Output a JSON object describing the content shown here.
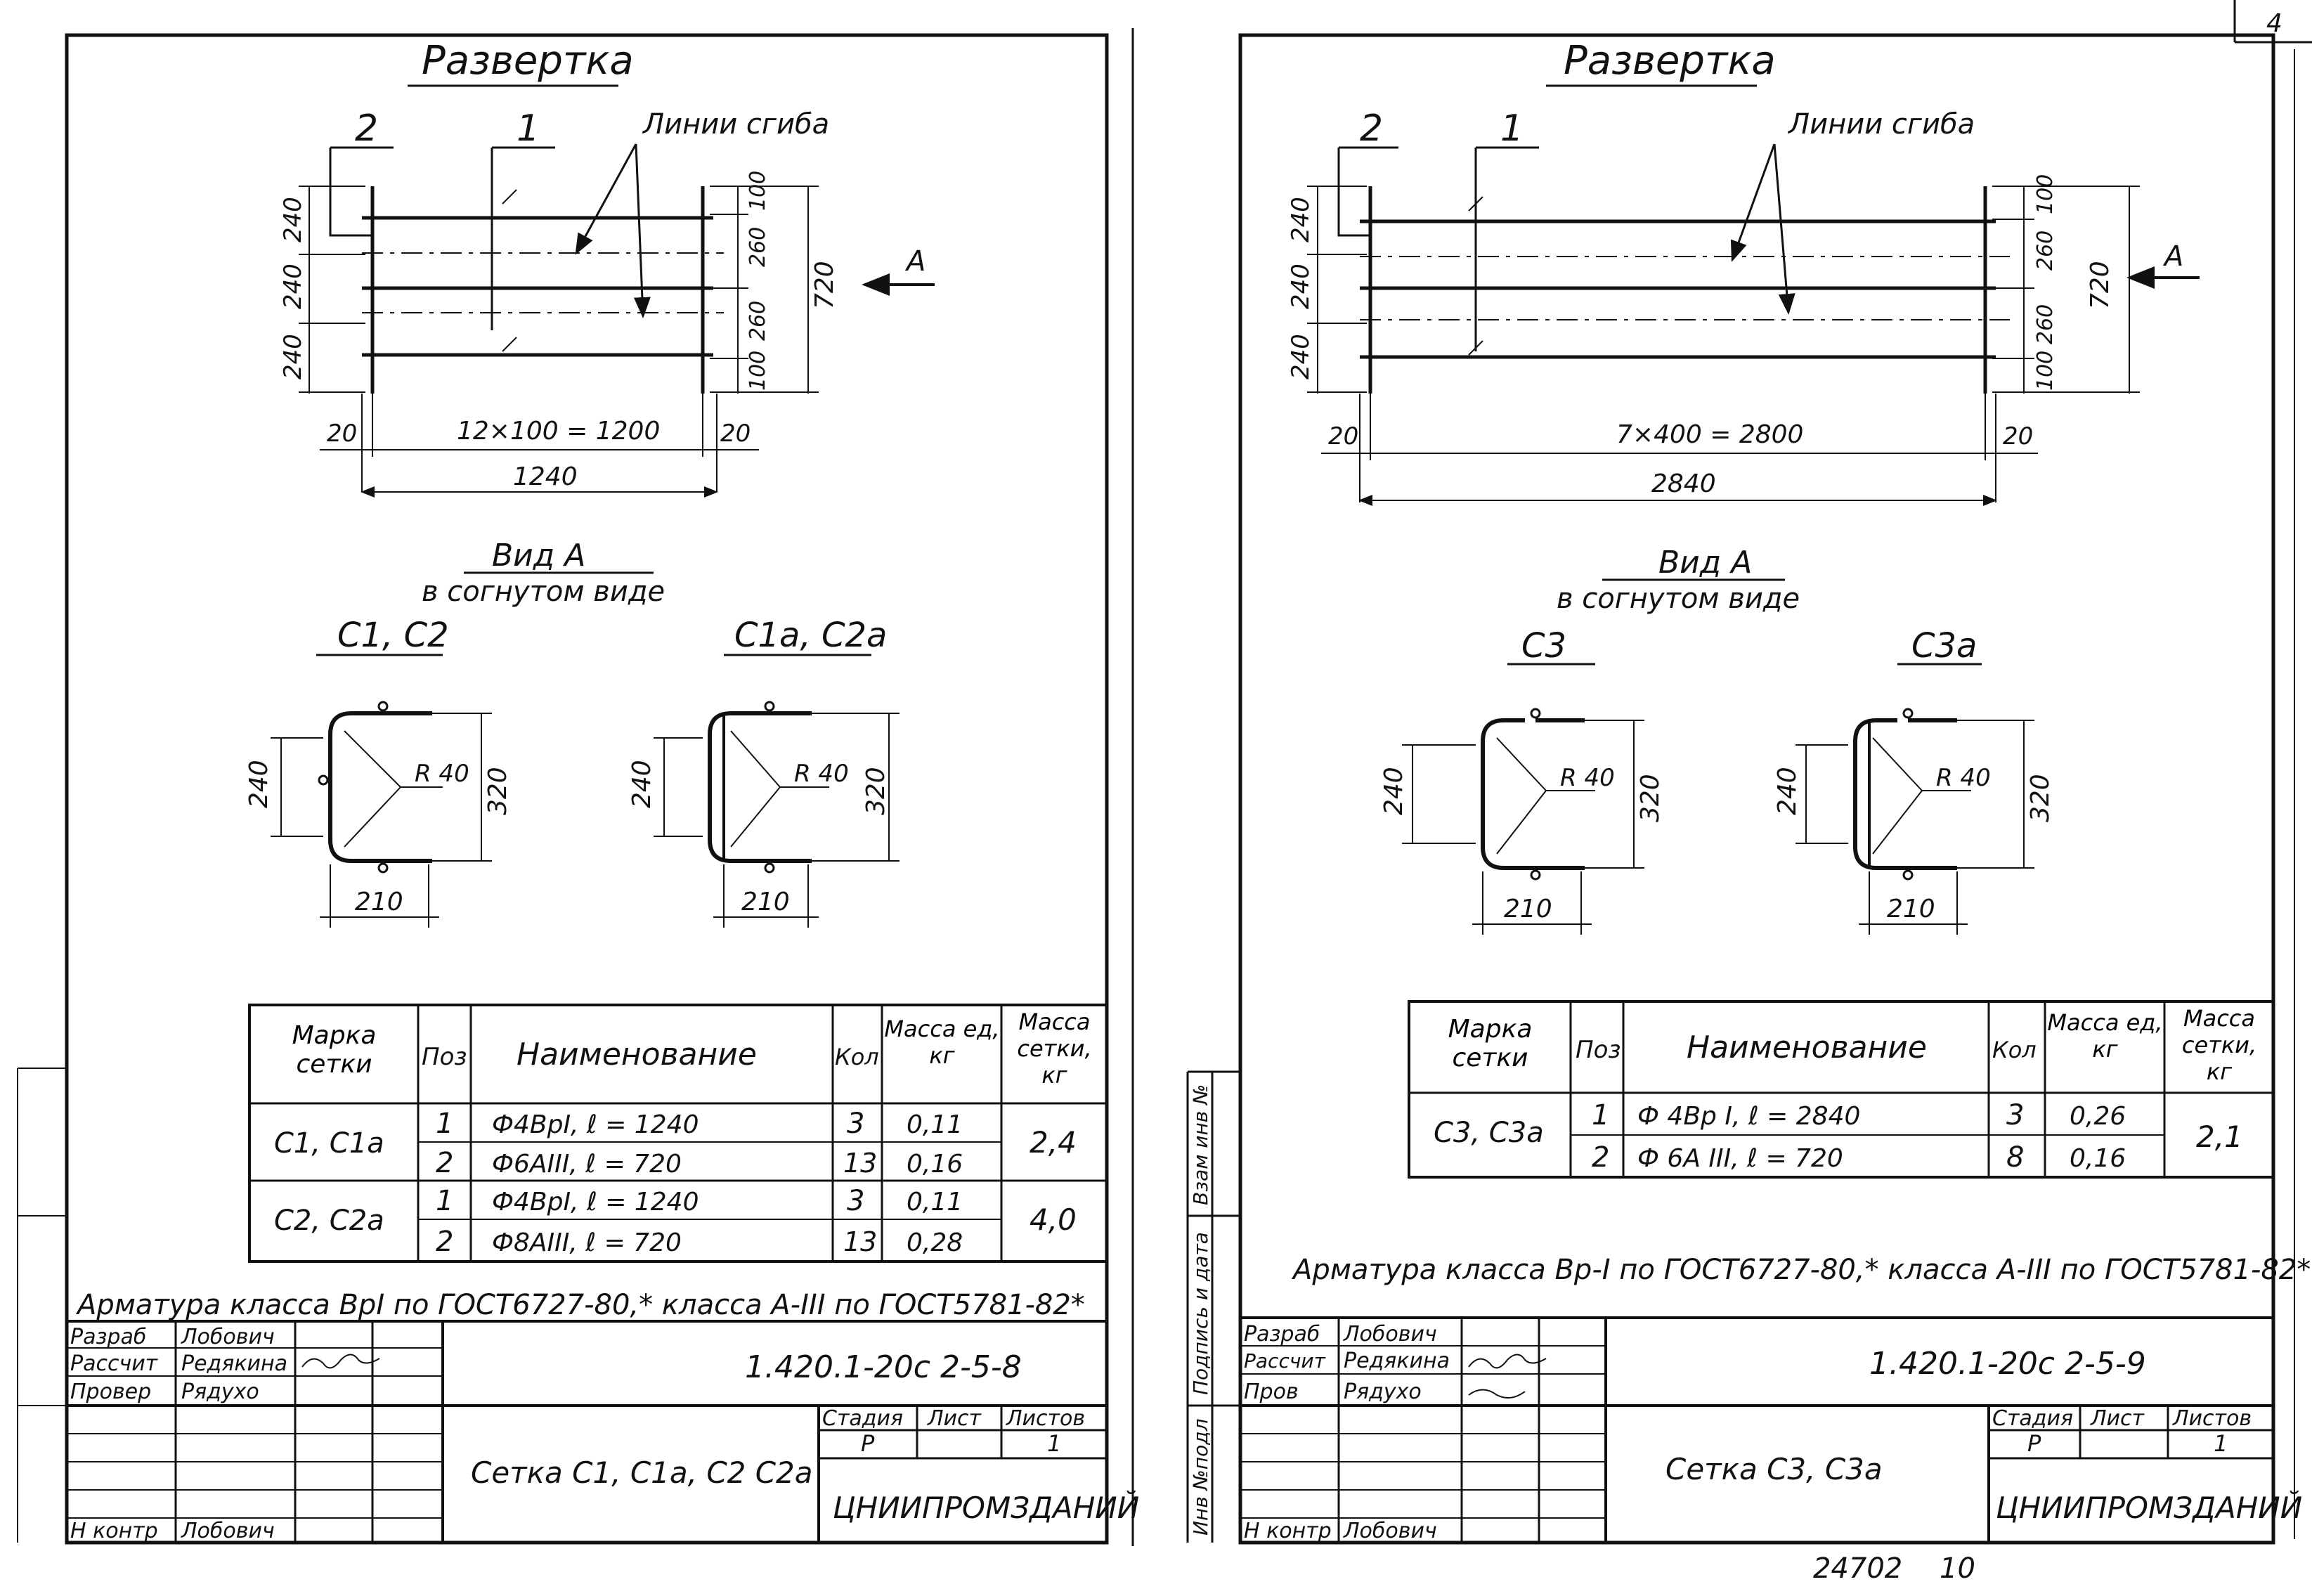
{
  "page": {
    "corner_number": "4",
    "bottom_code": "24702",
    "bottom_num": "10"
  },
  "side_stamp": {
    "inv_label": "Инв №подл",
    "sign_label": "Подпись и дата",
    "replace_label": "Взам инв №"
  },
  "left_sheet": {
    "razvertka_title": "Развертка",
    "pos2": "2",
    "pos1": "1",
    "bend_label": "Линии сгиба",
    "view_arrow": "A",
    "dim_left_1": "240",
    "dim_left_2": "240",
    "dim_left_3": "240",
    "dim_right_1": "100",
    "dim_right_2": "260",
    "dim_right_3": "260",
    "dim_right_4": "100",
    "dim_total_h": "720",
    "dim_end_left": "20",
    "dim_end_right": "20",
    "dim_span": "12×100 = 1200",
    "dim_total_w": "1240",
    "view_title": "Вид А",
    "view_sub": "в согнутом виде",
    "sec1_title": "С1, С2",
    "sec2_title": "С1а, С2а",
    "sec_h_inner": "240",
    "sec_radius": "R 40",
    "sec_h_outer": "320",
    "sec_w": "210",
    "table": {
      "h_mark": "Марка сетки",
      "h_pos": "Поз",
      "h_name": "Наименование",
      "h_qty": "Кол",
      "h_mass_unit": "Масса ед, кг",
      "h_mass_mesh": "Масса сетки, кг",
      "rows": [
        {
          "mark": "С1, С1а",
          "pos": "1",
          "name": "Ф4ВрI, ℓ = 1240",
          "qty": "3",
          "mass": "0,11",
          "total": "2,4"
        },
        {
          "mark": "",
          "pos": "2",
          "name": "Ф6АIII, ℓ = 720",
          "qty": "13",
          "mass": "0,16",
          "total": ""
        },
        {
          "mark": "С2, С2а",
          "pos": "1",
          "name": "Ф4ВрI, ℓ = 1240",
          "qty": "3",
          "mass": "0,11",
          "total": "4,0"
        },
        {
          "mark": "",
          "pos": "2",
          "name": "Ф8АIII, ℓ = 720",
          "qty": "13",
          "mass": "0,28",
          "total": ""
        }
      ]
    },
    "note": "Арматура класса ВрI по ГОСТ6727-80,* класса А-III по ГОСТ5781-82*",
    "stamp": {
      "r1_role": "Разраб",
      "r1_name": "Лобович",
      "r2_role": "Рассчит",
      "r2_name": "Редякина",
      "r3_role": "Провер",
      "r3_name": "Рядухо",
      "r4_role": "Н контр",
      "r4_name": "Лобович",
      "doc_code": "1.420.1-20с 2-5-8",
      "title": "Сетка С1, С1а, С2 С2а",
      "h_stage": "Стадия",
      "h_sheet": "Лист",
      "h_sheets": "Листов",
      "stage": "Р",
      "sheets": "1",
      "org": "ЦНИИПРОМЗДАНИЙ"
    }
  },
  "right_sheet": {
    "razvertka_title": "Развертка",
    "pos2": "2",
    "pos1": "1",
    "bend_label": "Линии сгиба",
    "view_arrow": "A",
    "dim_left_1": "240",
    "dim_left_2": "240",
    "dim_left_3": "240",
    "dim_right_1": "100",
    "dim_right_2": "260",
    "dim_right_3": "260",
    "dim_right_4": "100",
    "dim_total_h": "720",
    "dim_end_left": "20",
    "dim_end_right": "20",
    "dim_span": "7×400 = 2800",
    "dim_total_w": "2840",
    "view_title": "Вид А",
    "view_sub": "в согнутом виде",
    "sec1_title": "С3",
    "sec2_title": "С3а",
    "sec_h_inner": "240",
    "sec_radius": "R 40",
    "sec_h_outer": "320",
    "sec_w": "210",
    "table": {
      "h_mark": "Марка сетки",
      "h_pos": "Поз",
      "h_name": "Наименование",
      "h_qty": "Кол",
      "h_mass_unit": "Масса ед, кг",
      "h_mass_mesh": "Масса сетки, кг",
      "rows": [
        {
          "mark": "С3, С3а",
          "pos": "1",
          "name": "Ф 4Вр I, ℓ = 2840",
          "qty": "3",
          "mass": "0,26",
          "total": "2,1"
        },
        {
          "mark": "",
          "pos": "2",
          "name": "Ф 6А III, ℓ = 720",
          "qty": "8",
          "mass": "0,16",
          "total": ""
        }
      ]
    },
    "note": "Арматура класса Вр-I по ГОСТ6727-80,* класса А-III по ГОСТ5781-82*",
    "stamp": {
      "r1_role": "Разраб",
      "r1_name": "Лобович",
      "r2_role": "Рассчит",
      "r2_name": "Редякина",
      "r3_role": "Пров",
      "r3_name": "Рядухо",
      "r4_role": "Н контр",
      "r4_name": "Лобович",
      "doc_code": "1.420.1-20с 2-5-9",
      "title": "Сетка С3, С3а",
      "h_stage": "Стадия",
      "h_sheet": "Лист",
      "h_sheets": "Листов",
      "stage": "Р",
      "sheets": "1",
      "org": "ЦНИИПРОМЗДАНИЙ"
    }
  }
}
